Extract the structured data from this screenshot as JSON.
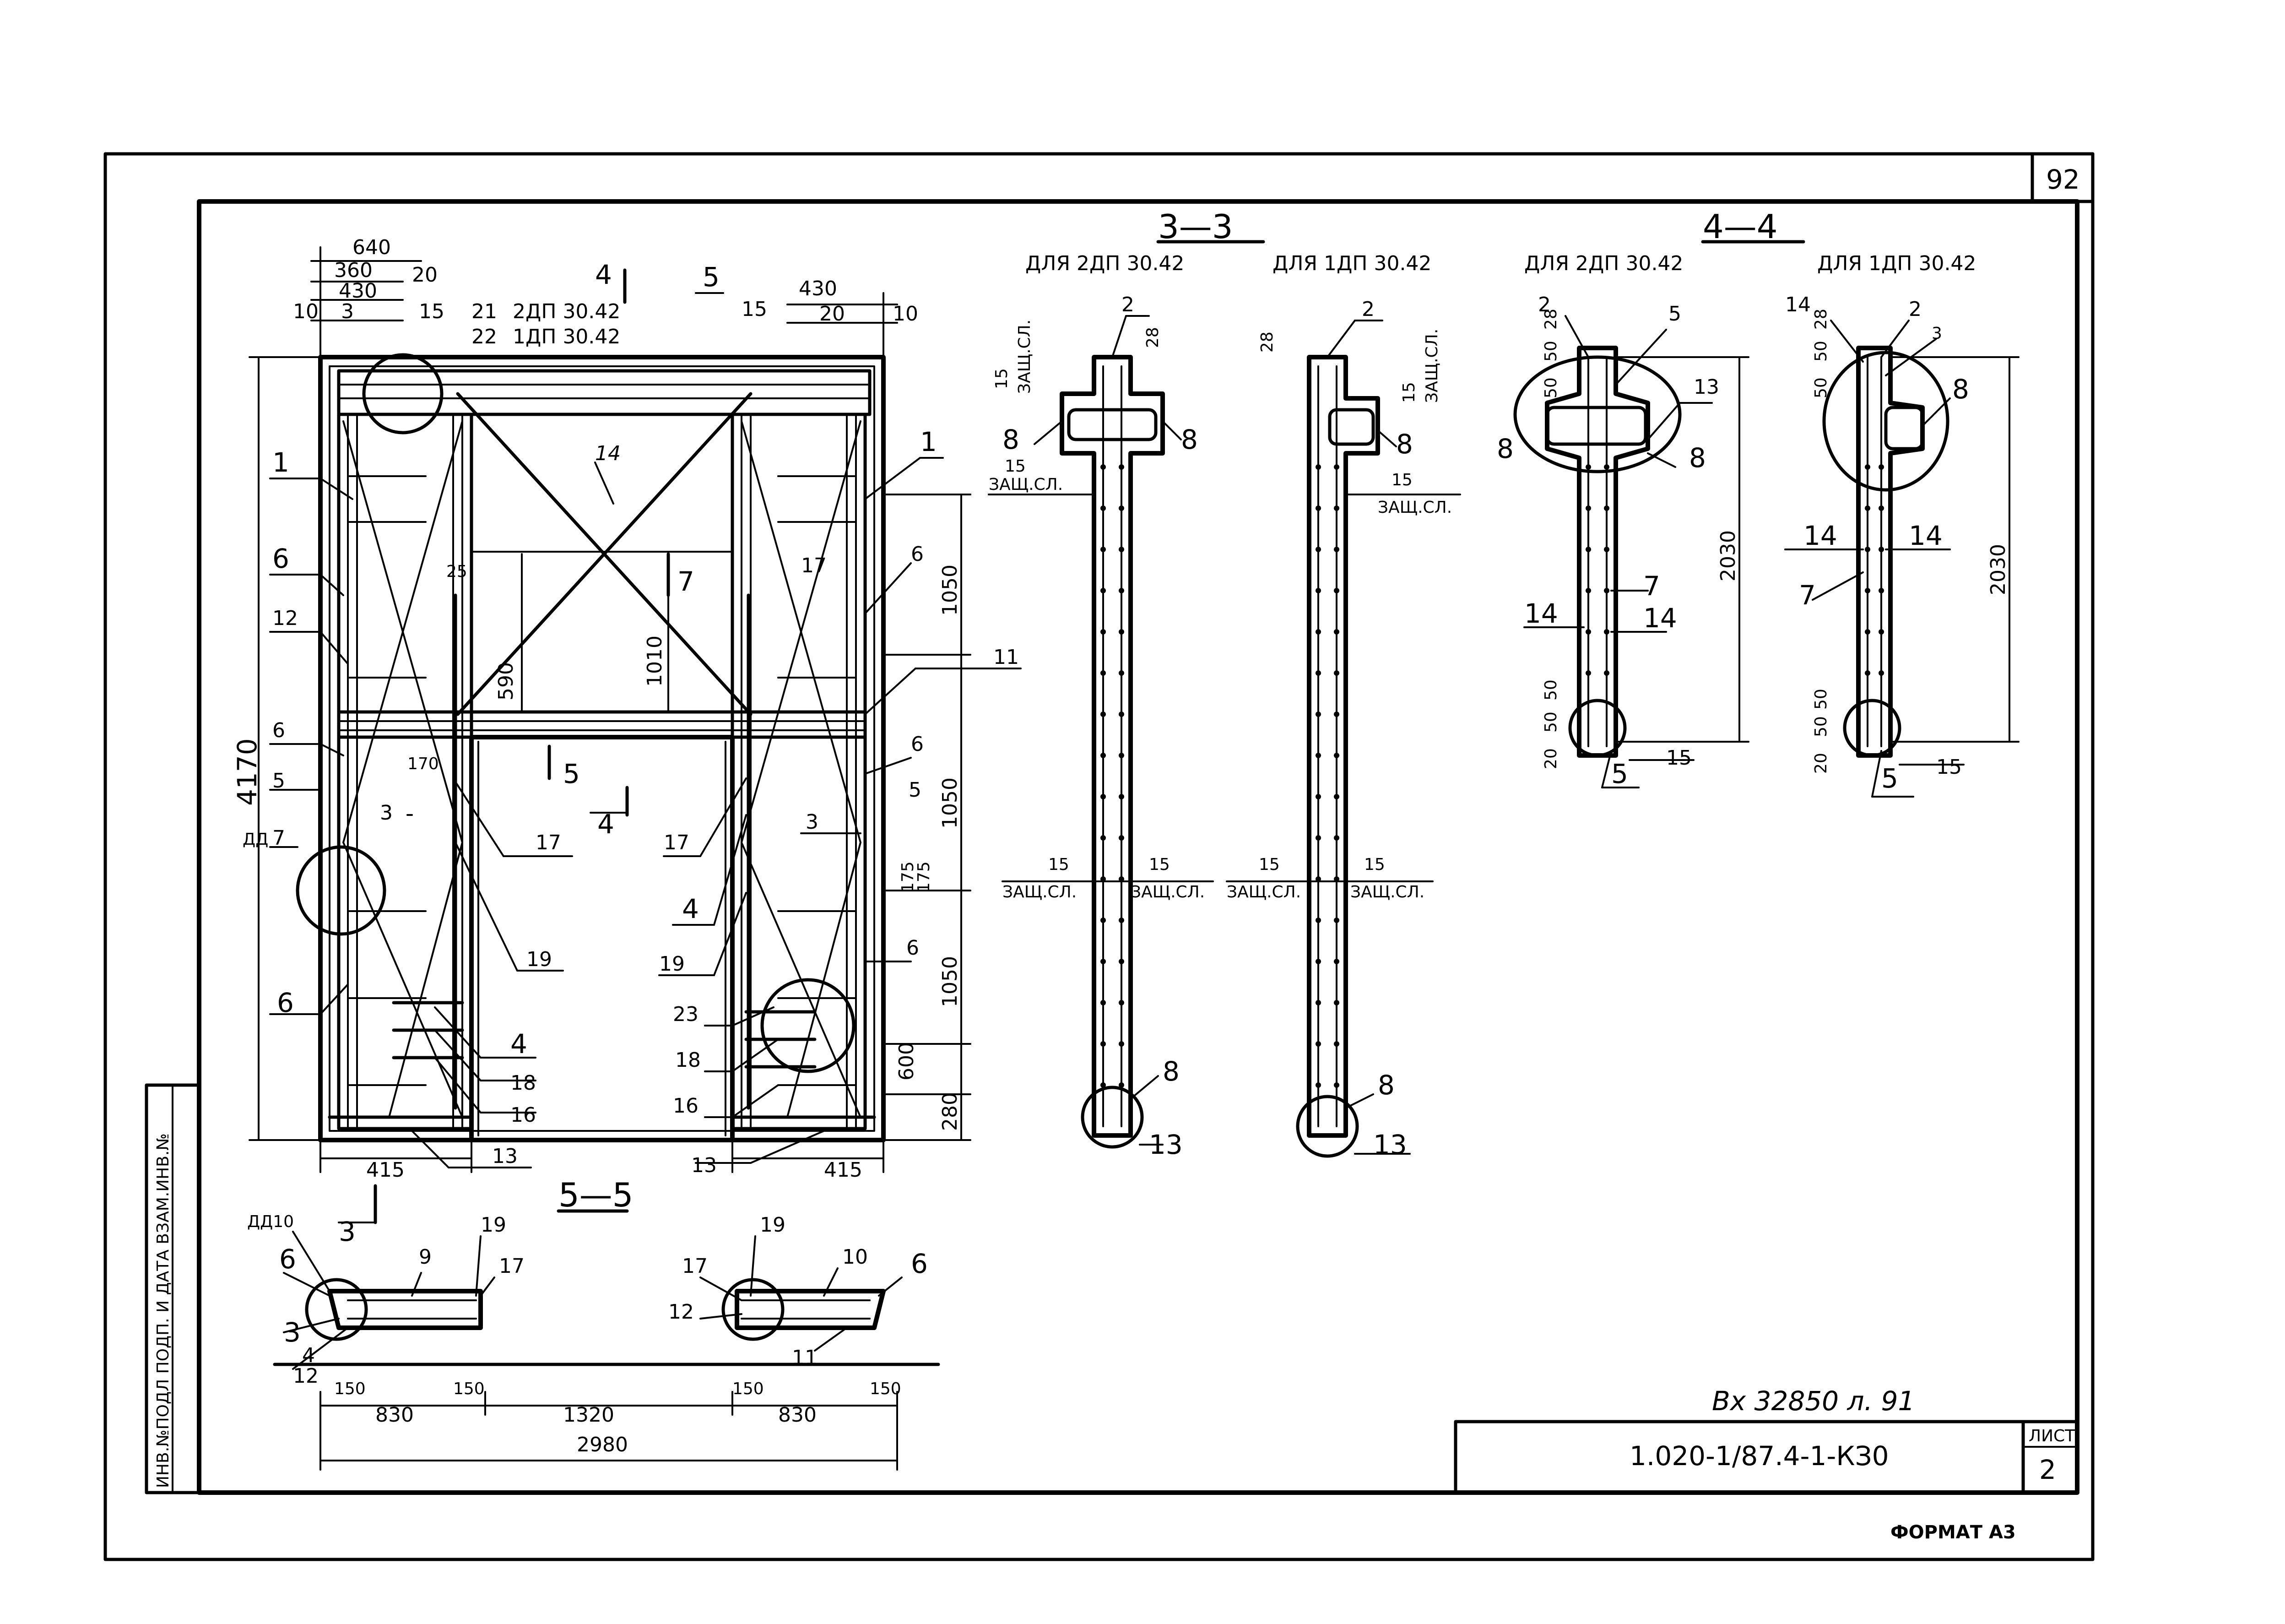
{
  "sheet": {
    "page_number": "92",
    "document_code": "1.020-1/87.4-1-КЗ0",
    "sheet_label": "ЛИСТ",
    "sheet_number": "2",
    "format": "ФОРМАТ А3",
    "handwritten_ref": "Вх 32850 л. 91",
    "side_stamp": "ИНВ.№ПОДЛ ПОДП. И ДАТА ВЗАМ.ИНВ.№"
  },
  "front_view": {
    "top_dims": [
      "640",
      "360",
      "430",
      "10",
      "3",
      "20",
      "15",
      "21",
      "22",
      "430",
      "20",
      "10",
      "15"
    ],
    "marks": [
      "2ДП 30.42",
      "1ДП 30.42"
    ],
    "section_marks": [
      "4",
      "4",
      "5",
      "5",
      "7",
      "3"
    ],
    "height_total": "4170",
    "right_dims": [
      "1050",
      "1050",
      "1050",
      "600",
      "280",
      "175",
      "175"
    ],
    "inner_dims": [
      "25",
      "590",
      "1010",
      "170"
    ],
    "bottom_dims": [
      "415",
      "415"
    ],
    "positions_left": [
      "1",
      "6",
      "12",
      "6",
      "5",
      "7",
      "6"
    ],
    "positions_right": [
      "1",
      "6",
      "11",
      "6",
      "5",
      "3",
      "6",
      "17",
      "4",
      "19",
      "23",
      "18",
      "16",
      "13"
    ],
    "positions_center": [
      "14",
      "17",
      "19",
      "4",
      "18",
      "16",
      "13",
      "3",
      "17"
    ],
    "label_dd": "ДД"
  },
  "section_55": {
    "title": "5—5",
    "labels_left": [
      "ДД10",
      "6",
      "3",
      "4",
      "12",
      "9",
      "19",
      "17"
    ],
    "labels_right": [
      "17",
      "12",
      "19",
      "10",
      "11",
      "6"
    ],
    "dims": [
      "830",
      "1320",
      "830",
      "150",
      "150",
      "150",
      "150",
      "2980"
    ]
  },
  "section_33": {
    "title": "3—3",
    "sub_left": "ДЛЯ  2ДП 30.42",
    "sub_right": "ДЛЯ  1ДП 30.42",
    "labels": [
      "2",
      "28",
      "15",
      "ЗАЩ.СЛ.",
      "8",
      "8",
      "15",
      "ЗАЩ.СЛ.",
      "2",
      "28",
      "15",
      "ЗАЩ.СЛ.",
      "8",
      "15",
      "ЗАЩ.СЛ.",
      "15",
      "15",
      "ЗАЩ.СЛ.",
      "ЗАЩ.СЛ.",
      "15",
      "15",
      "ЗАЩ.СЛ.",
      "ЗАЩ.СЛ.",
      "8",
      "13",
      "8",
      "13"
    ]
  },
  "section_44": {
    "title": "4—4",
    "sub_left": "ДЛЯ  2ДП 30.42",
    "sub_right": "ДЛЯ  1ДП 30.42",
    "labels_left": [
      "2",
      "5",
      "13",
      "8",
      "8",
      "14",
      "7",
      "14",
      "5",
      "15",
      "50",
      "50",
      "28",
      "20",
      "50",
      "50"
    ],
    "labels_right": [
      "14",
      "2",
      "3",
      "8",
      "14",
      "14",
      "7",
      "5",
      "15",
      "50",
      "50",
      "28",
      "20",
      "50",
      "50"
    ],
    "height_left": "2030",
    "height_right": "2030"
  }
}
